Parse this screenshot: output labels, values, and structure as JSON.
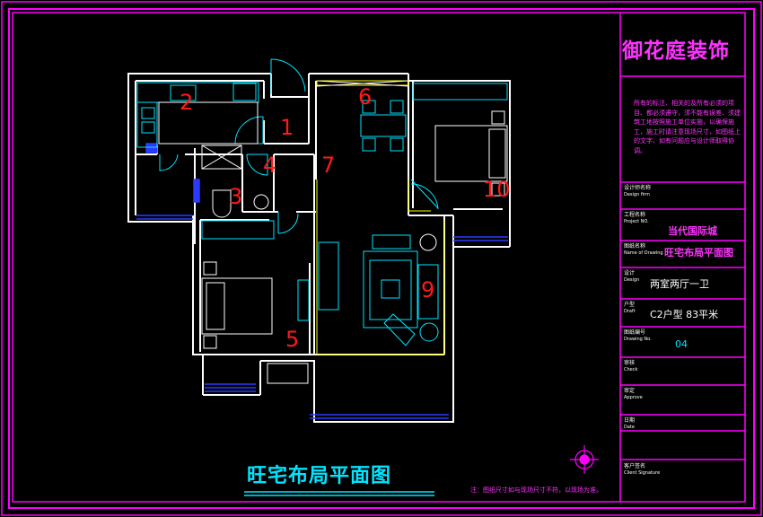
{
  "colors": {
    "background": "#000000",
    "frame": "#ff00ff",
    "walls": "#ffffff",
    "furniture": "#00e5ff",
    "room_numbers": "#ff1a1a",
    "windows": "#2a3bff",
    "highlight": "#ffff00"
  },
  "title_block": {
    "company": "御花庭装饰",
    "note": "所有的标注、相关的及所有必须的项目、都必须遵守，须不能有误差、须建筑工地按照施工单位实施，以确保施工，施工时请注意现场尺寸，如图纸上的文字、如有问题应与设计师取得协调。",
    "fields": [
      {
        "label": "设计师名称",
        "sub": "Design firm",
        "value": ""
      },
      {
        "label": "工程名称",
        "sub": "Project NO.",
        "value": "当代国际城"
      },
      {
        "label": "图纸名称",
        "sub": "Name of Drawing",
        "value": "旺宅布局平面图"
      },
      {
        "label": "设计",
        "sub": "Design",
        "value": "两室两厅一卫"
      },
      {
        "label": "户型",
        "sub": "Draft",
        "value": "C2户型  83平米"
      },
      {
        "label": "图纸编号",
        "sub": "Drawing No.",
        "value": "04"
      },
      {
        "label": "审核",
        "sub": "Check",
        "value": ""
      },
      {
        "label": "审定",
        "sub": "Approve",
        "value": ""
      },
      {
        "label": "日期",
        "sub": "Date",
        "value": ""
      },
      {
        "label": "客户签名",
        "sub": "Client Signature",
        "value": ""
      }
    ]
  },
  "drawing": {
    "title": "旺宅布局平面图",
    "footnote": "注：图纸尺寸如与现场尺寸不符，以现场为准。",
    "room_numbers": [
      "1",
      "2",
      "3",
      "4",
      "5",
      "6",
      "7",
      "9",
      "10"
    ]
  }
}
